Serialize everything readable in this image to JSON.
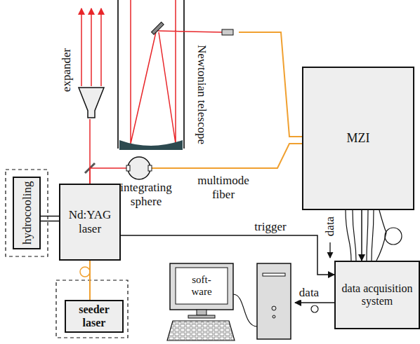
{
  "diagram": {
    "nodes": [
      {
        "text": [
          "hydrocooling"
        ]
      },
      {
        "text": [
          "Nd:YAG laser"
        ]
      },
      {
        "text": [
          "seeder laser"
        ]
      },
      {
        "text": [
          "MZI"
        ]
      },
      {
        "text": [
          "data acquisition system"
        ]
      },
      {
        "text": [
          "integrating sphere"
        ]
      },
      {
        "text": [
          "Newtonian telescope"
        ]
      },
      {
        "text": [
          "expander"
        ]
      },
      {
        "text": [
          "soft- ware"
        ]
      }
    ],
    "edges": [
      {
        "from": 0,
        "to": 1,
        "arrow": "none"
      },
      {
        "from": 2,
        "to": 1,
        "arrow": "none"
      },
      {
        "from": 1,
        "to": 7,
        "arrow": "none"
      },
      {
        "from": 1,
        "to": 5,
        "arrow": "none"
      },
      {
        "from": 5,
        "to": 3,
        "label": "multimode fiber",
        "arrow": "none"
      },
      {
        "from": 6,
        "to": 3,
        "arrow": "none"
      },
      {
        "from": 3,
        "to": 4,
        "label": "data",
        "arrow": "to"
      },
      {
        "from": 1,
        "to": 4,
        "label": "trigger",
        "arrow": "to"
      },
      {
        "from": 4,
        "to": 8,
        "label": "data",
        "arrow": "to"
      }
    ]
  }
}
